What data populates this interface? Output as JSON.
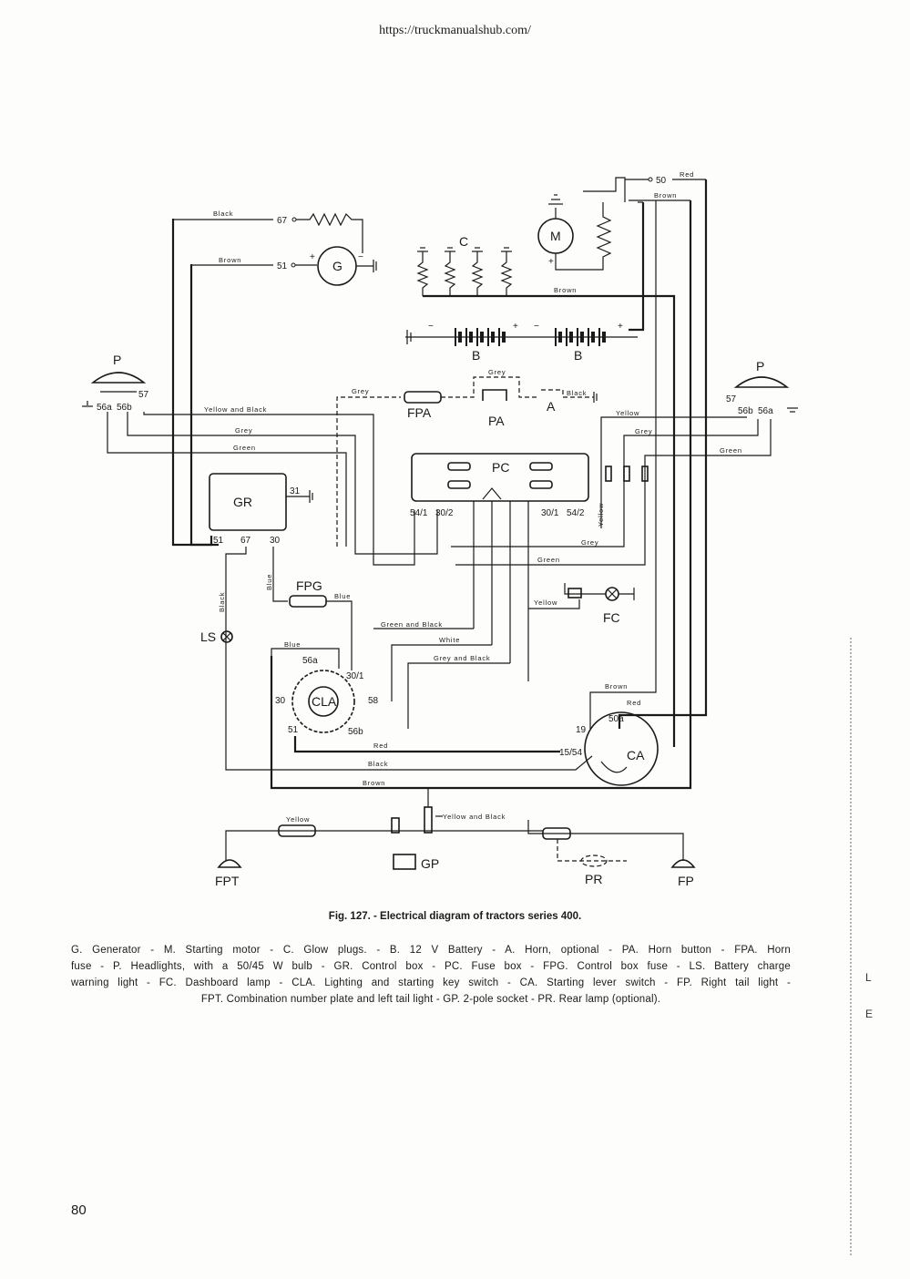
{
  "header": {
    "url": "https://truckmanualshub.com/"
  },
  "diagram": {
    "wire_labels": {
      "black": "Black",
      "brown": "Brown",
      "red": "Red",
      "grey": "Grey",
      "green": "Green",
      "yellow": "Yellow",
      "blue": "Blue",
      "white": "White",
      "yellow_black": "Yellow and Black",
      "green_black": "Green and Black",
      "grey_black": "Grey and Black"
    },
    "components": {
      "G": "G",
      "M": "M",
      "C": "C",
      "B": "B",
      "P": "P",
      "A": "A",
      "PA": "PA",
      "FPA": "FPA",
      "PC": "PC",
      "GR": "GR",
      "FPG": "FPG",
      "LS": "LS",
      "FC": "FC",
      "CLA": "CLA",
      "CA": "CA",
      "GP": "GP",
      "PR": "PR",
      "FPT": "FPT",
      "FP": "FP"
    },
    "terminals": {
      "t50": "50",
      "t67": "67",
      "t51": "51",
      "t57": "57",
      "t56a": "56a",
      "t56b": "56b",
      "t31": "31",
      "t30": "30",
      "t54_1": "54/1",
      "t30_2": "30/2",
      "t30_1": "30/1",
      "t54_2": "54/2",
      "t58": "58",
      "t19": "19",
      "t50a": "50a",
      "t15_54": "15/54",
      "plus": "+",
      "minus": "−"
    }
  },
  "caption": "Fig. 127. - Electrical diagram of tractors series 400.",
  "legend": {
    "line1": "G. Generator - M. Starting motor - C. Glow plugs. - B. 12 V Battery - A. Horn, optional - PA. Horn button - FPA. Horn",
    "line2": "fuse - P. Headlights, with a 50/45 W bulb - GR. Control box - PC. Fuse box - FPG. Control box fuse - LS. Battery charge",
    "line3": "warning light - FC. Dashboard lamp - CLA. Lighting and starting key switch - CA. Starting lever switch - FP. Right tail light -",
    "line4": "FPT. Combination number plate and left tail light - GP. 2-pole socket - PR. Rear lamp (optional)."
  },
  "page_number": "80",
  "margin_marks": {
    "m1": "L",
    "m2": "E"
  }
}
